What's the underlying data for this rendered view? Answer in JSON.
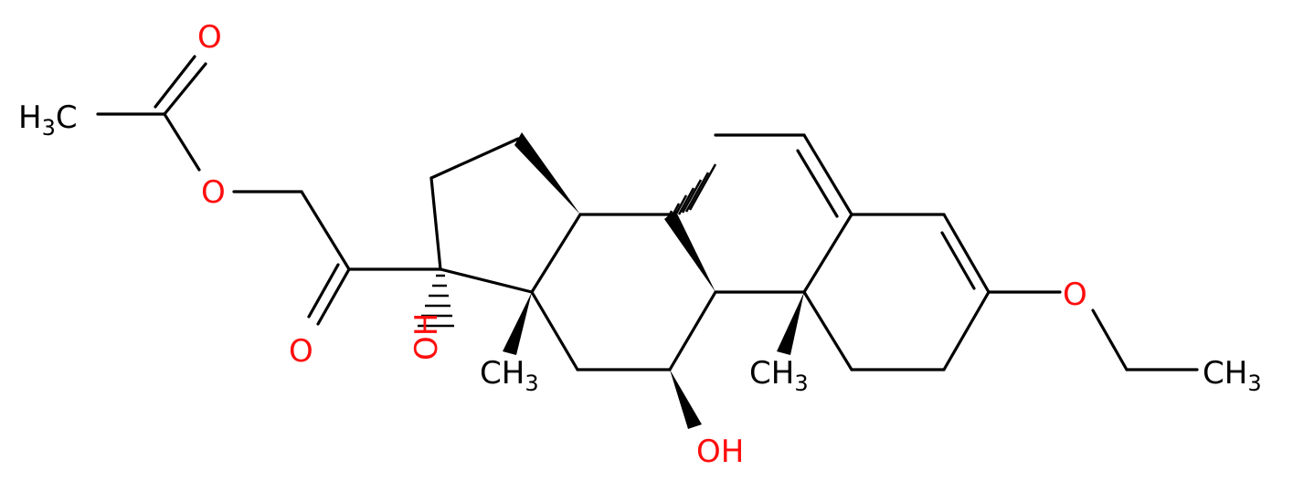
{
  "colors": {
    "carbon": "#000000",
    "oxygen": "#ff0d0d",
    "background": "#ffffff"
  },
  "labels": {
    "acetyl_methyl": {
      "main": "H",
      "sub": "3",
      "tail": "C"
    },
    "acetyl_carbonyl_oxygen": "O",
    "ester_oxygen": "O",
    "ketone_oxygen": "O",
    "hydroxyl_17": "OH",
    "methyl_13": {
      "main": "CH",
      "sub": "3"
    },
    "hydroxyl_11": "OH",
    "methyl_10": {
      "main": "CH",
      "sub": "3"
    },
    "ether_oxygen": "O",
    "ethyl_methyl": {
      "main": "CH",
      "sub": "3"
    }
  }
}
